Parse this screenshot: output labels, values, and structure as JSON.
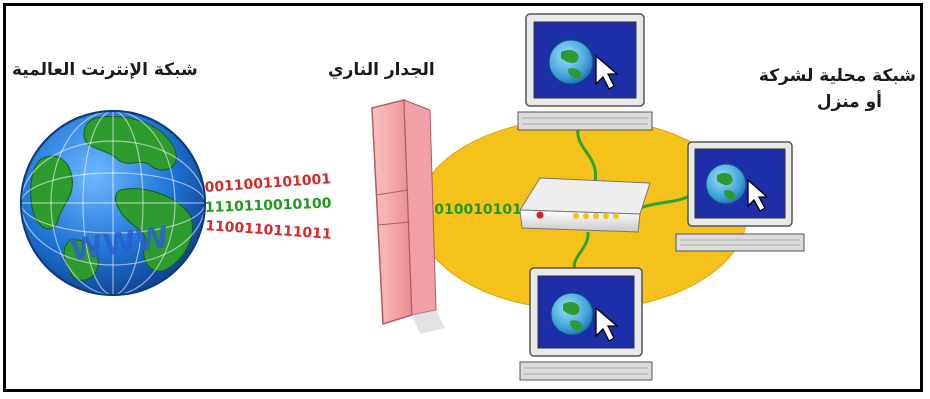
{
  "labels": {
    "internet": "شبكة الإنترنت العالمية",
    "firewall": "الجدار الناري",
    "lan_line1": "شبكة محلية لشركة",
    "lan_line2": "أو منزل"
  },
  "www_text": "WWW",
  "binary": {
    "red_top": "0011001101001",
    "green_mid": "1110110010100",
    "red_bottom": "1100110111011",
    "green_lan": "111010010101"
  },
  "colors": {
    "lan_ellipse": "#f5c21b",
    "globe_ocean": "#1f74d6",
    "globe_land": "#2e9b2e",
    "firewall": "#f7b6b8",
    "binary_red": "#d42a2a",
    "binary_green": "#1f9a1f",
    "cable": "#2fa32f",
    "monitor_screen": "#1c2fa8"
  }
}
